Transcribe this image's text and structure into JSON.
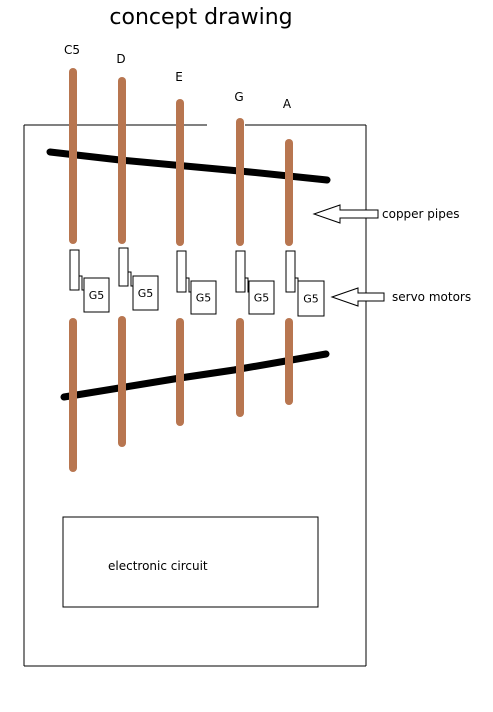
{
  "title": "concept drawing",
  "colors": {
    "pipe": "#b87650",
    "outline": "#000000",
    "background": "#ffffff"
  },
  "pipes": [
    {
      "label": "C5",
      "servo_label": "G5"
    },
    {
      "label": "D",
      "servo_label": "G5"
    },
    {
      "label": "E",
      "servo_label": "G5"
    },
    {
      "label": "G",
      "servo_label": "G5"
    },
    {
      "label": "A",
      "servo_label": "G5"
    }
  ],
  "annotations": {
    "copper_pipes": "copper pipes",
    "servo_motors": "servo motors"
  },
  "circuit_label": "electronic circuit"
}
